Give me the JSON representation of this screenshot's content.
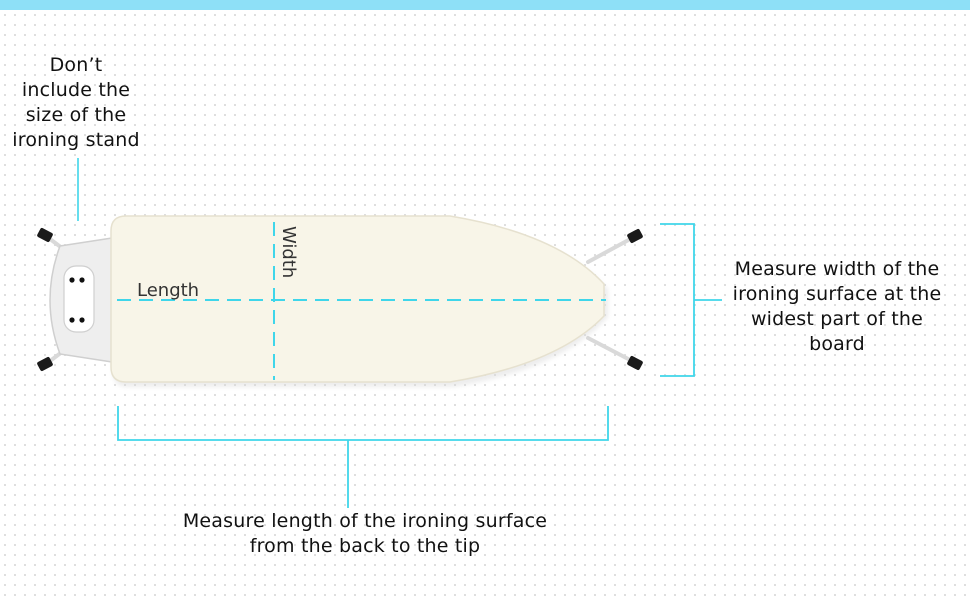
{
  "header": {
    "accent_color": "#8ee0f7"
  },
  "colors": {
    "measure_line": "#3fd6ea",
    "board": "#f8f5e8",
    "board_edge": "#e6e1cf",
    "stand": "#ececec"
  },
  "annotations": {
    "stand_note": [
      "Don’t",
      "include the",
      "size of the",
      "ironing stand"
    ],
    "width_note": [
      "Measure width of the",
      "ironing surface at the",
      "widest part of the",
      "board"
    ],
    "length_note": [
      "Measure length of the ironing surface",
      "from the back to the tip"
    ]
  },
  "board_labels": {
    "length": "Length",
    "width": "Width"
  }
}
